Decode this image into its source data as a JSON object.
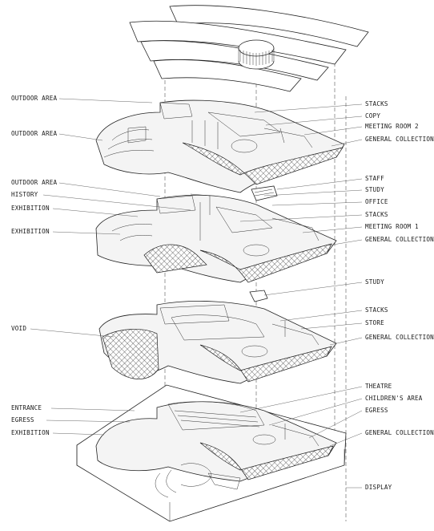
{
  "labels_left": [
    {
      "key": "outdoor_area_1",
      "text": "OUTDOOR AREA"
    },
    {
      "key": "outdoor_area_2",
      "text": "OUTDOOR AREA"
    },
    {
      "key": "outdoor_area_3",
      "text": "OUTDOOR AREA"
    },
    {
      "key": "history",
      "text": "HISTORY"
    },
    {
      "key": "exhibition_1",
      "text": "EXHIBITION"
    },
    {
      "key": "exhibition_2",
      "text": "EXHIBITION"
    },
    {
      "key": "void",
      "text": "VOID"
    },
    {
      "key": "entrance",
      "text": "ENTRANCE"
    },
    {
      "key": "egress_left",
      "text": "EGRESS"
    },
    {
      "key": "exhibition_3",
      "text": "EXHIBITION"
    }
  ],
  "labels_right": [
    {
      "key": "stacks_1",
      "text": "STACKS"
    },
    {
      "key": "copy",
      "text": "COPY"
    },
    {
      "key": "meeting_room_2",
      "text": "MEETING ROOM 2"
    },
    {
      "key": "general_collection_1",
      "text": "GENERAL COLLECTION"
    },
    {
      "key": "staff",
      "text": "STAFF"
    },
    {
      "key": "study_1",
      "text": "STUDY"
    },
    {
      "key": "office",
      "text": "OFFICE"
    },
    {
      "key": "stacks_2",
      "text": "STACKS"
    },
    {
      "key": "meeting_room_1",
      "text": "MEETING ROOM 1"
    },
    {
      "key": "general_collection_2",
      "text": "GENERAL COLLECTION"
    },
    {
      "key": "study_2",
      "text": "STUDY"
    },
    {
      "key": "stacks_3",
      "text": "STACKS"
    },
    {
      "key": "store",
      "text": "STORE"
    },
    {
      "key": "general_collection_3",
      "text": "GENERAL COLLECTION"
    },
    {
      "key": "theatre",
      "text": "THEATRE"
    },
    {
      "key": "childrens_area",
      "text": "CHILDREN'S AREA"
    },
    {
      "key": "egress_right",
      "text": "EGRESS"
    },
    {
      "key": "general_collection_4",
      "text": "GENERAL COLLECTION"
    },
    {
      "key": "display",
      "text": "DISPLAY"
    }
  ]
}
